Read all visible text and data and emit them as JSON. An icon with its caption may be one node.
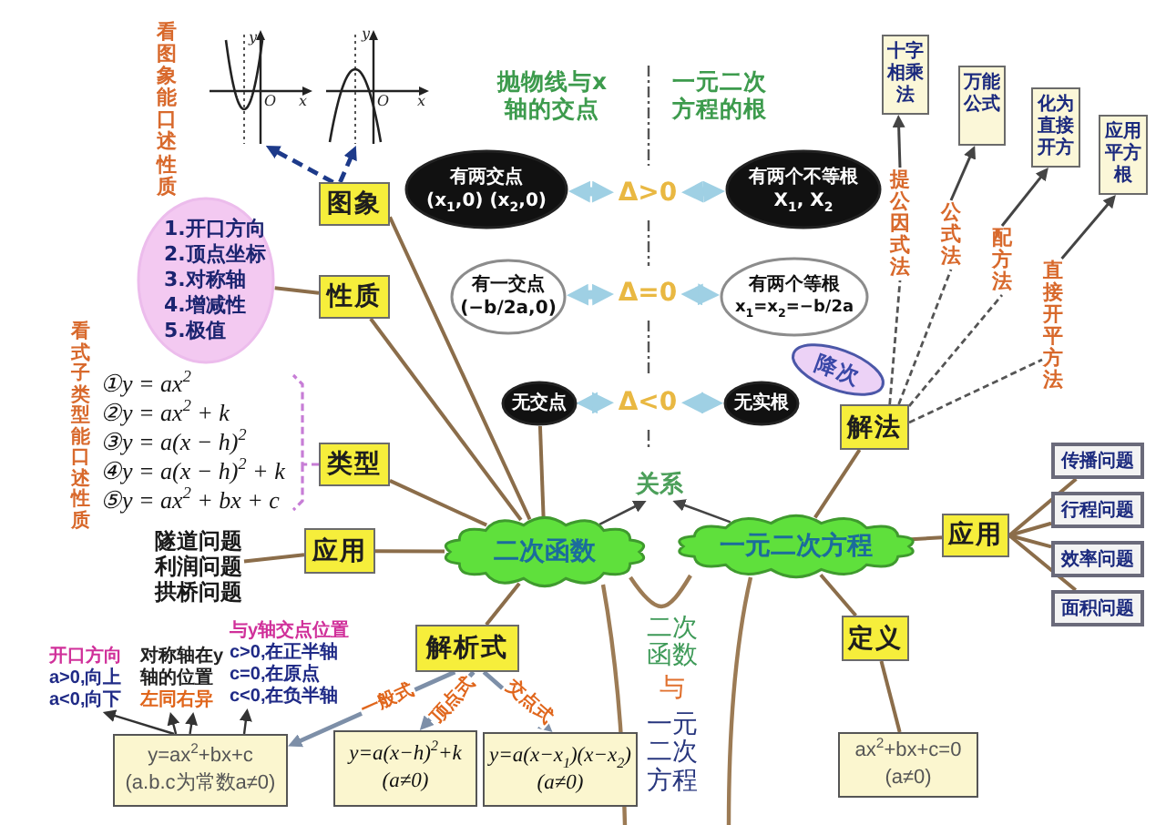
{
  "diagram": {
    "nodes": [
      {
        "text": [],
        "shape": "picture"
      },
      {
        "text": [],
        "shape": "picture"
      },
      {
        "text": [
          "图象"
        ]
      },
      {
        "text": [
          "有两交点",
          "(x$_{1}$,0) (x$_{2}$,0)"
        ]
      },
      {
        "text": [
          "Δ>0"
        ]
      },
      {
        "text": [
          "有两个不等根",
          "X$_{1}$, X$_{2}$"
        ]
      },
      {
        "text": [
          "十字相乘法"
        ]
      },
      {
        "text": [
          "万能公式"
        ]
      },
      {
        "text": [
          "化为直接开方"
        ]
      },
      {
        "text": [
          "应用平方根"
        ]
      },
      {
        "text": [
          "提公因式法"
        ]
      },
      {
        "text": [
          "公式法"
        ]
      },
      {
        "text": [
          "配方法"
        ]
      },
      {
        "text": [
          "直接开平方法"
        ]
      },
      {
        "text": [
          "1.开口方向",
          "2.顶点坐标",
          "3.对称轴",
          "4.增减性",
          "5.极值"
        ]
      },
      {
        "text": [
          "性质"
        ]
      },
      {
        "text": [
          "有一交点",
          "(−b/2a,0)"
        ]
      },
      {
        "text": [
          "Δ=0"
        ]
      },
      {
        "text": [
          "有两个等根",
          "x$_{1}$=x$_{2}$=−b/2a"
        ]
      },
      {
        "text": [
          "降次"
        ]
      },
      {
        "text": [
          "无交点"
        ]
      },
      {
        "text": [
          "Δ<0"
        ]
      },
      {
        "text": [
          "无实根"
        ]
      },
      {
        "text": [
          "①y = ax$^{2}$",
          "②y = ax$^{2}$ + k",
          "③y = a(x − h)$^{2}$",
          "④y = a(x − h)$^{2}$ + k",
          "⑤y = ax$^{2}$ + bx + c"
        ]
      },
      {
        "text": [
          "类型"
        ]
      },
      {
        "text": [
          "解法"
        ]
      },
      {
        "text": [
          "传播问题"
        ]
      },
      {
        "text": [
          "关系"
        ]
      },
      {
        "text": [
          "隧道问题",
          "利润问题",
          "拱桥问题"
        ]
      },
      {
        "text": [
          "二次函数"
        ]
      },
      {
        "text": [
          "应用"
        ]
      },
      {
        "text": [
          "行程问题"
        ]
      },
      {
        "text": [
          "一元二次方程"
        ]
      },
      {
        "text": [
          "应用"
        ]
      },
      {
        "text": [
          "效率问题"
        ]
      },
      {
        "text": [
          "面积问题"
        ]
      },
      {
        "text": [
          "定义"
        ]
      },
      {
        "text": [
          "解析式"
        ]
      },
      {
        "text": [
          "开口方向",
          "a>0,向上",
          "a<0,向下"
        ]
      },
      {
        "text": [
          "对称轴在y轴的位置",
          "左同右异"
        ]
      },
      {
        "text": [
          "与y轴交点位置",
          "c>0,在正半轴",
          "c=0,在原点",
          "c<0,在负半轴"
        ]
      },
      {
        "text": [
          "y=ax$^{2}$+bx+c",
          "(a.b.c为常数a≠0)"
        ]
      },
      {
        "text": [
          "y=a(x−h)$^{2}$+k",
          "(a≠0)"
        ]
      },
      {
        "text": [
          "y=a(x−x$_{1}$)(x−x$_{2}$)",
          "(a≠0)"
        ]
      },
      {
        "text": [
          "ax$^{2}$+bx+c=0",
          "(a≠0)"
        ]
      }
    ],
    "edges": [
      {
        "from": 2,
        "to": 0,
        "arrow": "to",
        "style": "dashed",
        "color": "#1d3a8a"
      },
      {
        "from": 2,
        "to": 1,
        "arrow": "to",
        "style": "dashed",
        "color": "#1d3a8a"
      },
      {
        "from": 3,
        "to": 4,
        "arrow": "both",
        "style": "thick",
        "color": "#9fd0e4"
      },
      {
        "from": 4,
        "to": 5,
        "arrow": "both",
        "style": "thick",
        "color": "#9fd0e4"
      },
      {
        "from": 16,
        "to": 17,
        "arrow": "both",
        "style": "thick",
        "color": "#9fd0e4"
      },
      {
        "from": 17,
        "to": 18,
        "arrow": "both",
        "style": "thick",
        "color": "#9fd0e4"
      },
      {
        "from": 20,
        "to": 21,
        "arrow": "both",
        "style": "thick",
        "color": "#9fd0e4"
      },
      {
        "from": 21,
        "to": 22,
        "arrow": "both",
        "style": "thick",
        "color": "#9fd0e4"
      },
      {
        "from": 10,
        "to": 6,
        "arrow": "to",
        "color": "#444444"
      },
      {
        "from": 11,
        "to": 7,
        "arrow": "to",
        "color": "#444444"
      },
      {
        "from": 12,
        "to": 8,
        "arrow": "to",
        "color": "#444444"
      },
      {
        "from": 13,
        "to": 9,
        "arrow": "to",
        "color": "#444444"
      },
      {
        "from": 25,
        "to": 10,
        "arrow": "none",
        "style": "dashed",
        "color": "#555555"
      },
      {
        "from": 25,
        "to": 11,
        "arrow": "none",
        "style": "dashed",
        "color": "#555555"
      },
      {
        "from": 25,
        "to": 12,
        "arrow": "none",
        "style": "dashed",
        "color": "#555555"
      },
      {
        "from": 25,
        "to": 13,
        "arrow": "none",
        "style": "dashed",
        "color": "#555555"
      },
      {
        "from": 15,
        "to": 14,
        "arrow": "none"
      },
      {
        "from": 24,
        "to": 23,
        "arrow": "none",
        "style": "dashed",
        "color": "#c77dd6"
      },
      {
        "from": 29,
        "to": 2,
        "arrow": "none"
      },
      {
        "from": 29,
        "to": 15,
        "arrow": "none"
      },
      {
        "from": 29,
        "to": 20,
        "arrow": "none"
      },
      {
        "from": 29,
        "to": 24,
        "arrow": "none"
      },
      {
        "from": 29,
        "to": 30,
        "arrow": "none"
      },
      {
        "from": 30,
        "to": 28,
        "arrow": "none"
      },
      {
        "from": 29,
        "to": 37,
        "arrow": "none"
      },
      {
        "from": 29,
        "to": 27,
        "arrow": "to",
        "color": "#444444"
      },
      {
        "from": 32,
        "to": 27,
        "arrow": "to",
        "color": "#444444"
      },
      {
        "from": 32,
        "to": 25,
        "arrow": "none"
      },
      {
        "from": 32,
        "to": 33,
        "arrow": "none"
      },
      {
        "from": 33,
        "to": 26,
        "arrow": "none"
      },
      {
        "from": 33,
        "to": 31,
        "arrow": "none"
      },
      {
        "from": 33,
        "to": 34,
        "arrow": "none"
      },
      {
        "from": 33,
        "to": 35,
        "arrow": "none"
      },
      {
        "from": 32,
        "to": 36,
        "arrow": "none"
      },
      {
        "from": 36,
        "to": 44,
        "arrow": "none"
      },
      {
        "from": 37,
        "to": 41,
        "label": "一般式",
        "arrow": "to",
        "color": "#7d8fa8"
      },
      {
        "from": 37,
        "to": 42,
        "label": "顶点式",
        "arrow": "to",
        "color": "#7d8fa8"
      },
      {
        "from": 37,
        "to": 43,
        "label": "交点式",
        "arrow": "to",
        "color": "#7d8fa8"
      },
      {
        "from": 41,
        "to": 38,
        "arrow": "to",
        "color": "#333333"
      },
      {
        "from": 41,
        "to": 39,
        "arrow": "to",
        "color": "#333333"
      },
      {
        "from": 41,
        "to": 39,
        "arrow": "to",
        "color": "#333333"
      },
      {
        "from": 41,
        "to": 40,
        "arrow": "to",
        "color": "#333333"
      }
    ],
    "labels": [
      "看图象能口述性质",
      "y",
      "O",
      "x",
      "y",
      "O",
      "x",
      "抛物线与x轴的交点",
      "一元二次方程的根",
      "看式子类型能口述性质",
      "二次函数",
      "与",
      "一元二次方程"
    ]
  }
}
